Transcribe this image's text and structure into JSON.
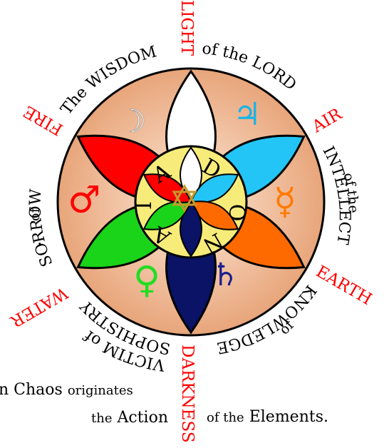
{
  "colors": {
    "disc_outer": "#e8a57a",
    "disc_inner": "#fde9d9",
    "inner_disc": "#f7ec7a",
    "red": "#ff0000",
    "light_petal": "#ffffff",
    "air_petal": "#22c5f5",
    "earth_petal": "#ff6a00",
    "water_petal": "#19d419",
    "darkness_petal": "#0a1366",
    "fire_petal": "#ff0000",
    "jupiter": "#1ab3e6",
    "mercury": "#ff7a00",
    "saturn": "#1a1f8c",
    "venus": "#22dd22",
    "mars": "#ff0000",
    "hexagram": "#c49a2a"
  },
  "ring_labels": {
    "light": "LIGHT",
    "air": "AIR",
    "earth": "EARTH",
    "darkness": "DARKNESS",
    "water": "WATER",
    "fire": "FIRE"
  },
  "ring_phrases": {
    "wisdom": "The WISDOM",
    "of_the_lord": "of the LORD",
    "intellect": "INTELLECT",
    "of_the": "of the",
    "knowledge": "KNOWLEDGE",
    "of_k": "of",
    "sophistry": "SOPHISTRY",
    "victim_of": "VICTIM of",
    "sorrow": "SORROW",
    "of_sorrow": "of",
    "dot": "."
  },
  "inner_letters": [
    "A",
    "D",
    "O",
    "N",
    "A",
    "I"
  ],
  "planet_symbols": {
    "moon": "☽",
    "jupiter": "♃",
    "mercury": "☿",
    "saturn": "♄",
    "venus": "♀",
    "mars": "♂"
  },
  "caption": {
    "line1_prefix": "n",
    "chaos": "Chaos",
    "originates": "originates",
    "the": "the",
    "action": "Action",
    "of_the": "of the",
    "elements": "Elements."
  }
}
